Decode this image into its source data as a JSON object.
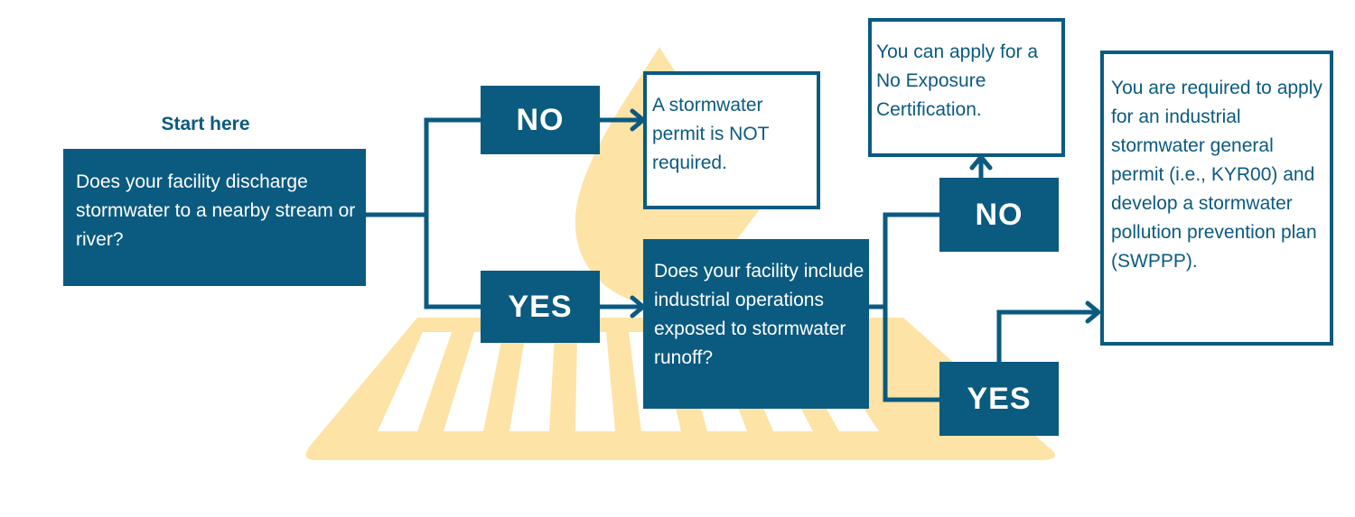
{
  "start_label": "Start here",
  "question1": "Does your facility discharge stormwater to a nearby stream or river?",
  "question2": "Does your facility include industrial operations exposed to stormwater runoff?",
  "answer_no_1": "NO",
  "answer_yes_1": "YES",
  "answer_no_2": "NO",
  "answer_yes_2": "YES",
  "result_not_required": "A stormwater permit is NOT required.",
  "result_no_exposure": "You can apply for a No Exposure Certification.",
  "result_required": "You are required to apply for an industrial stormwater general permit (i.e., KYR00) and develop a stormwater pollution prevention plan (SWPPP).",
  "colors": {
    "primary": "#0b5a80",
    "accent": "#fde4a6",
    "background": "#ffffff"
  }
}
